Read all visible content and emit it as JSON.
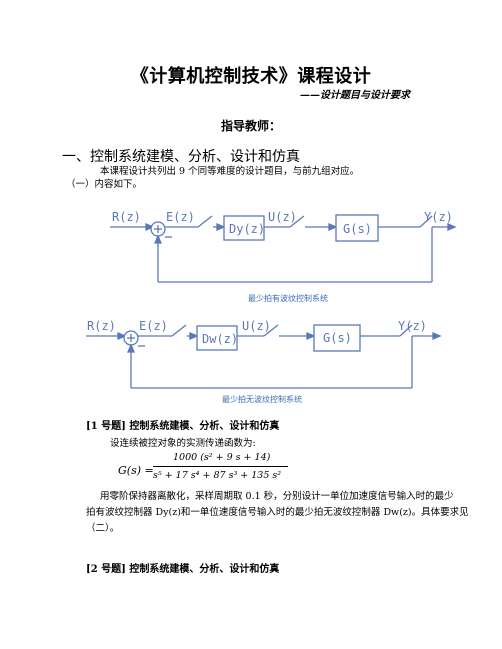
{
  "header": {
    "title": "《计算机控制技术》课程设计",
    "subtitle": "——设计题目与设计要求",
    "teacher_label": "指导教师："
  },
  "section1": {
    "heading": "一、控制系统建模、分析、设计和仿真",
    "intro": "本课程设计共列出 9 个同等难度的设计题目，与前九组对应。",
    "sub_heading": "（一）内容如下。"
  },
  "diagram1": {
    "labels": {
      "input": "R(z)",
      "error": "E(z)",
      "controller": "Dy(z)",
      "control": "U(z)",
      "plant": "G(s)",
      "output": "Y(z)"
    },
    "caption": "最少拍有波纹控制系统"
  },
  "diagram2": {
    "labels": {
      "input": "R(z)",
      "error": "E(z)",
      "controller": "Dw(z)",
      "control": "U(z)",
      "plant": "G(s)",
      "output": "Y(z)"
    },
    "caption": "最少拍无波纹控制系统"
  },
  "question1": {
    "title": "[1 号题]   控制系统建模、分析、设计和仿真",
    "given": "设连续被控对象的实测传递函数为:",
    "formula_lhs": "G(s) =",
    "numerator": "1000 (s² + 9 s + 14)",
    "denominator": "s⁵ + 17 s⁴ + 87 s³ + 135 s²",
    "para_line1": "用零阶保持器离散化，采样周期取 0.1 秒，分别设计一单位加速度信号输入时的最少",
    "para_line2": "拍有波纹控制器 Dy(z)和一单位速度信号输入时的最少拍无波纹控制器 Dw(z)。具体要求见",
    "para_line3": "（二）。"
  },
  "question2": {
    "title": "[2 号题]   控制系统建模、分析、设计和仿真"
  }
}
